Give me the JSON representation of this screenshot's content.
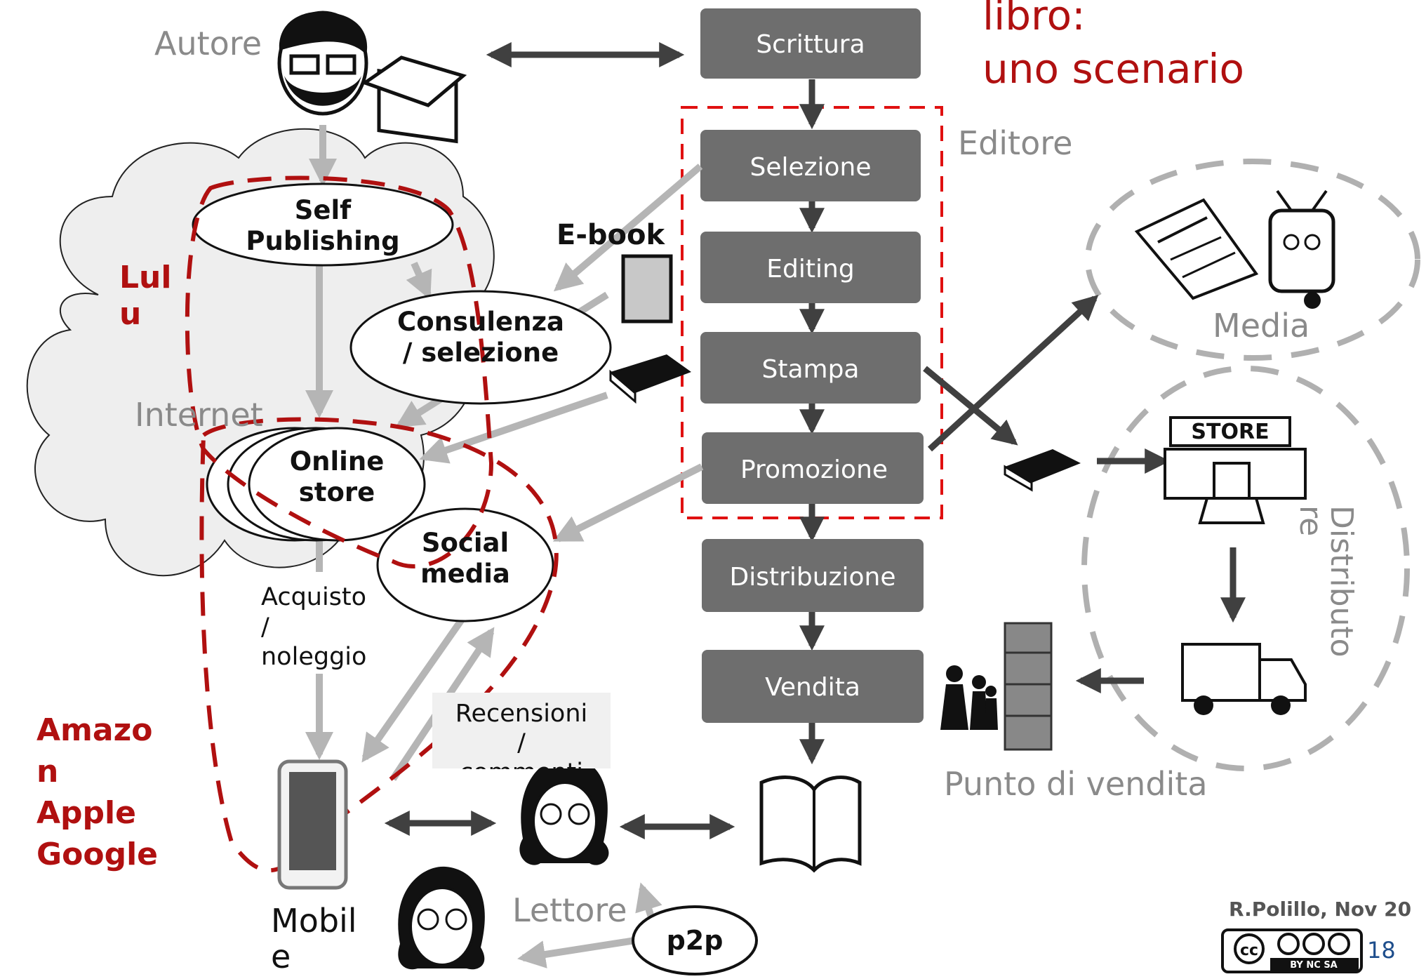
{
  "title": {
    "line1": "libro:",
    "line2": "uno scenario"
  },
  "actors": {
    "autore": "Autore",
    "editore": "Editore",
    "lettore": "Lettore",
    "internet": "Internet",
    "mobile": "Mobil\ne",
    "media": "Media",
    "distributore": "Distributo\nre",
    "punto_vendita": "Punto di vendita"
  },
  "pipeline": [
    "Scrittura",
    "Selezione",
    "Editing",
    "Stampa",
    "Promozione",
    "Distribuzione",
    "Vendita"
  ],
  "ellipses": {
    "self_publishing": "Self\nPublishing",
    "consulenza": "Consulenza\n/ selezione",
    "online_store": "Online\nstore",
    "social_media": "Social\nmedia",
    "p2p": "p2p"
  },
  "labels": {
    "ebook": "E-book",
    "lulu": "Lul\nu",
    "amazon": "Amazo\nn\nApple\nGoogle",
    "acquisto": "Acquisto\n/\nnoleggio",
    "recensioni": "Recensioni\n/\ncommenti"
  },
  "footer": {
    "author": "R.Polillo, Nov 20",
    "license": "BY NC SA",
    "page": "18"
  },
  "colors": {
    "box": "#6e6e6e",
    "accent": "#b01010",
    "dash": "#e01010",
    "gray_text": "#8a8a8a",
    "arrow_dark": "#404040",
    "arrow_light": "#b5b5b5"
  }
}
